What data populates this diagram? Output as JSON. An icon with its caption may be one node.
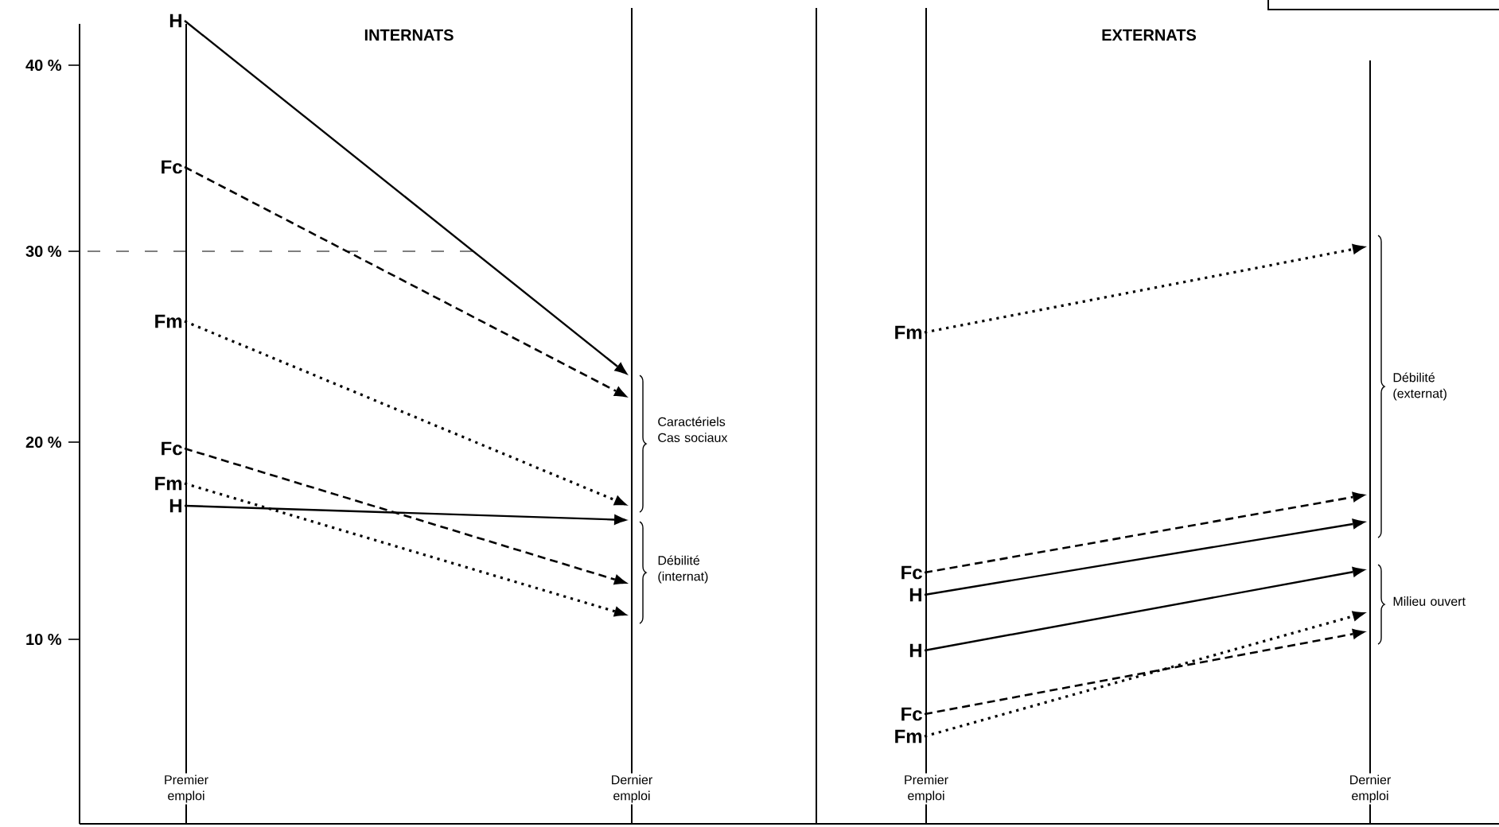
{
  "diagram": {
    "nodes": [
      {
        "text": [
          "H"
        ]
      },
      {
        "text": [
          "Fc"
        ]
      },
      {
        "text": [
          "Fm"
        ]
      },
      {
        "text": [
          "Fc"
        ]
      },
      {
        "text": [
          "Fm"
        ]
      },
      {
        "text": [
          "H"
        ]
      },
      {
        "text": [
          "Fm"
        ]
      },
      {
        "text": [
          "Fc"
        ]
      },
      {
        "text": [
          "H"
        ]
      },
      {
        "text": [
          "H"
        ]
      },
      {
        "text": [
          "Fc"
        ]
      },
      {
        "text": [
          "Fm"
        ]
      }
    ],
    "edges": [
      {
        "from": 0,
        "to": null,
        "arrow": "to"
      },
      {
        "from": 1,
        "to": null,
        "arrow": "to",
        "style": "dashed"
      },
      {
        "from": 2,
        "to": null,
        "arrow": "to",
        "style": "dashed"
      },
      {
        "from": 3,
        "to": null,
        "arrow": "to",
        "style": "dashed"
      },
      {
        "from": 4,
        "to": null,
        "arrow": "to",
        "style": "dashed"
      },
      {
        "from": 5,
        "to": null,
        "arrow": "to"
      },
      {
        "from": 6,
        "to": null,
        "arrow": "to",
        "style": "dashed"
      },
      {
        "from": 7,
        "to": null,
        "arrow": "to",
        "style": "dashed"
      },
      {
        "from": 8,
        "to": null,
        "arrow": "to"
      },
      {
        "from": 9,
        "to": null,
        "arrow": "to"
      },
      {
        "from": 10,
        "to": null,
        "arrow": "to",
        "style": "dashed"
      },
      {
        "from": 11,
        "to": null,
        "arrow": "to",
        "style": "dashed"
      }
    ],
    "labels": [
      "INTERNATS",
      "EXTERNATS",
      "40 %",
      "30 %",
      "20 %",
      "10 %",
      "Caractériels Cas sociaux",
      "Débilité (internat)",
      "Débilité (externat)",
      "Milieu ouvert",
      "Premier emploi",
      "Dernier emploi",
      "Premier emploi",
      "Dernier emploi"
    ]
  }
}
